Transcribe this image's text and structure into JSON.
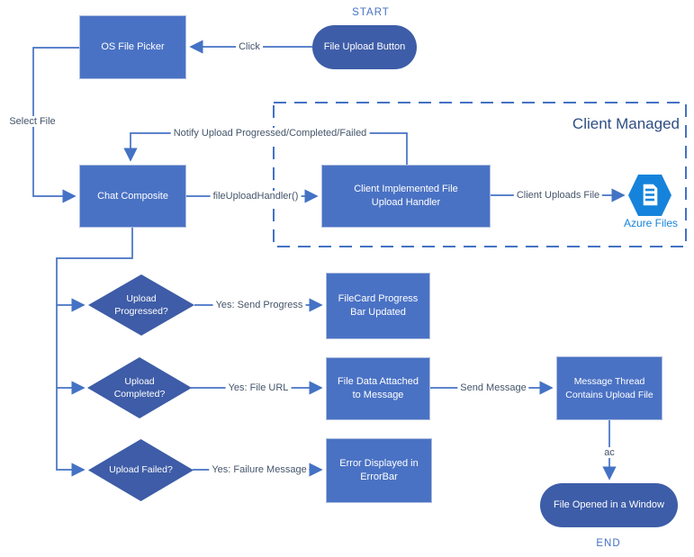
{
  "title": "File upload flow diagram",
  "terminals": {
    "start": "START",
    "end": "END"
  },
  "nodes": {
    "file_upload_button": "File Upload Button",
    "os_file_picker": "OS File Picker",
    "chat_composite": "Chat Composite",
    "client_handler": "Client Implemented File Upload Handler",
    "azure_files": "Azure Files",
    "upload_progressed": "Upload Progressed?",
    "filecard_progress": "FileCard Progress Bar Updated",
    "upload_completed": "Upload Completed?",
    "file_data_attached": "File Data Attached to Message",
    "message_thread": "Message Thread Contains Upload File",
    "upload_failed": "Upload Failed?",
    "error_displayed": "Error Displayed in ErrorBar",
    "file_opened": "File Opened in a Window"
  },
  "edges": {
    "click": "Click",
    "select_file": "Select File",
    "notify": "Notify Upload Progressed/Completed/Failed",
    "file_upload_handler": "fileUploadHandler()",
    "client_uploads_file": "Client Uploads File",
    "yes_send_progress": "Yes: Send Progress",
    "yes_file_url": "Yes: File URL",
    "send_message": "Send Message",
    "yes_failure_message": "Yes: Failure Message",
    "ac": "ac"
  },
  "container": {
    "label": "Client Managed"
  },
  "colors": {
    "process_box_fill": "#4a72c4",
    "process_box_border": "#adbedf",
    "terminal_fill": "#3e5da8",
    "decision_fill": "#3e5ca7",
    "connector": "#4472c4",
    "edge_label_text": "#44546a",
    "container_label_text": "#2e4e85",
    "azure_icon_blue": "#1583db",
    "node_text": "#ffffff"
  }
}
